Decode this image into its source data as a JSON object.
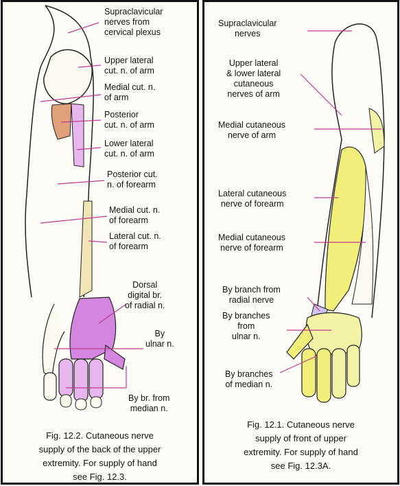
{
  "left_panel": {
    "labels": [
      {
        "id": "supraclav",
        "lines": [
          "Supraclavicular",
          "nerves from",
          "cervical plexus"
        ]
      },
      {
        "id": "upper_lat",
        "lines": [
          "Upper lateral",
          "cut. n. of arm"
        ]
      },
      {
        "id": "medial_arm",
        "lines": [
          "Medial cut. n.",
          "of arm"
        ]
      },
      {
        "id": "post_arm",
        "lines": [
          "Posterior",
          "cut. n. of arm"
        ]
      },
      {
        "id": "lower_lat",
        "lines": [
          "Lower lateral",
          "cut. n. of arm"
        ]
      },
      {
        "id": "post_fore",
        "lines": [
          "Posterior cut.",
          "n. of forearm"
        ]
      },
      {
        "id": "med_fore",
        "lines": [
          "Medial cut. n.",
          "of forearm"
        ]
      },
      {
        "id": "lat_fore",
        "lines": [
          "Lateral cut. n.",
          "of forearm"
        ]
      },
      {
        "id": "dorsal_digital",
        "lines": [
          "Dorsal",
          "digital br.",
          "of radial n."
        ]
      },
      {
        "id": "ulnar",
        "lines": [
          "By",
          "ulnar n."
        ]
      },
      {
        "id": "median",
        "lines": [
          "By br. from",
          "median n."
        ]
      }
    ],
    "caption": [
      "Fig. 12.2. Cutaneous nerve",
      "supply of the back of the upper",
      "extremity. For supply of hand",
      "see Fig. 12.3."
    ]
  },
  "right_panel": {
    "labels": [
      {
        "id": "supraclav_r",
        "lines": [
          "Supraclavicular",
          "nerves"
        ]
      },
      {
        "id": "upper_lower_lat",
        "lines": [
          "Upper lateral",
          "& lower lateral",
          "cutaneous",
          "nerves of arm"
        ]
      },
      {
        "id": "med_arm_r",
        "lines": [
          "Medial cutaneous",
          "nerve of arm"
        ]
      },
      {
        "id": "lat_fore_r",
        "lines": [
          "Lateral cutaneous",
          "nerve of forearm"
        ]
      },
      {
        "id": "med_fore_r",
        "lines": [
          "Medial cutaneous",
          "nerve of forearm"
        ]
      },
      {
        "id": "radial_r",
        "lines": [
          "By branch from",
          "radial nerve"
        ]
      },
      {
        "id": "ulnar_r",
        "lines": [
          "By branches",
          "from",
          "ulnar n."
        ]
      },
      {
        "id": "median_r",
        "lines": [
          "By branches",
          "of median n."
        ]
      }
    ],
    "caption": [
      "Fig. 12.1. Cutaneous nerve",
      "supply of front of upper",
      "extremity. For supply of hand",
      "see Fig. 12.3A."
    ]
  },
  "colors": {
    "posterior_arm": "#e0a07a",
    "pink": "#e7b6ec",
    "violet": "#d485e0",
    "tan": "#f1e5b5",
    "yellow": "#f1ee7a",
    "yellow_light": "#f3f3a6",
    "lavender": "#cfc3ef",
    "outline": "#222222"
  }
}
